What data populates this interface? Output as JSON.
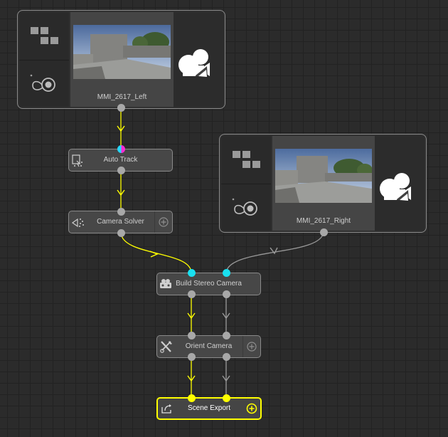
{
  "clips": [
    {
      "id": "left",
      "name": "MMI_2617_Left"
    },
    {
      "id": "right",
      "name": "MMI_2617_Right"
    }
  ],
  "nodes": {
    "auto_track": {
      "label": "Auto Track"
    },
    "camera_solver": {
      "label": "Camera Solver"
    },
    "build_stereo": {
      "label": "Build Stereo Camera"
    },
    "orient_camera": {
      "label": "Orient Camera"
    },
    "scene_export": {
      "label": "Scene Export"
    }
  },
  "colors": {
    "active_wire": "#ffff00",
    "inactive_wire": "#9a9a9a",
    "port_cyan": "#19e0f0",
    "port_magenta": "#ff2ad4"
  },
  "icons": {
    "clip_type": "squares-icon",
    "clip_camera": "camera-target-icon",
    "clip_movie": "movie-camera-icon",
    "auto_track": "track-icon",
    "camera_solver": "solver-icon",
    "build_stereo": "stereo-camera-icon",
    "orient_camera": "tools-icon",
    "scene_export": "export-icon",
    "add": "plus-circle-icon"
  }
}
